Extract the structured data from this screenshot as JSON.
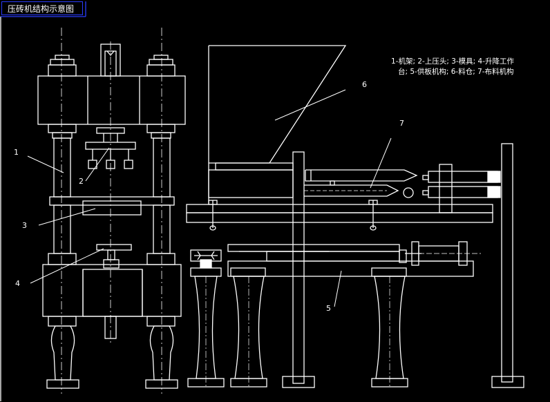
{
  "title": "压砖机结构示意图",
  "legend": {
    "line1": "1-机架; 2-上压头; 3-模具; 4-升降工作",
    "line2": "台; 5-供板机构; 6-料仓; 7-布料机构"
  },
  "callouts": {
    "n1": "1",
    "n2": "2",
    "n3": "3",
    "n4": "4",
    "n5": "5",
    "n6": "6",
    "n7": "7"
  },
  "colors": {
    "background": "#000000",
    "line": "#ffffff",
    "tab_border": "#2a3cff"
  }
}
